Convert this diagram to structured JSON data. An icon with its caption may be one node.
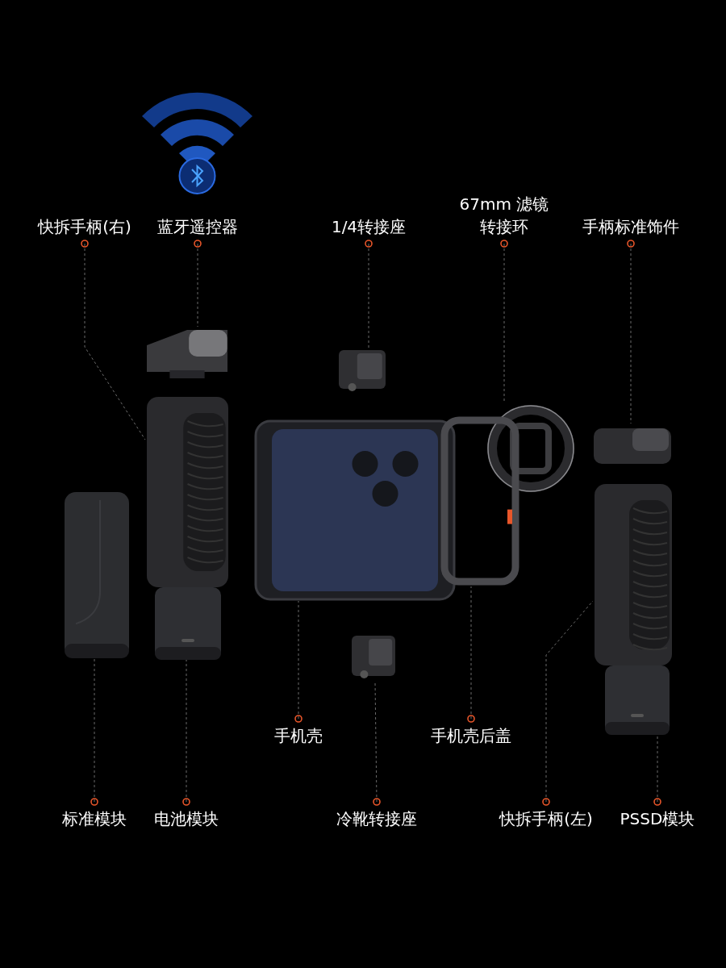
{
  "diagram": {
    "nodes": [
      {
        "text": [
          "快拆手柄(右)"
        ]
      },
      {
        "text": [
          "蓝牙遥控器"
        ]
      },
      {
        "text": [
          "1/4转接座"
        ]
      },
      {
        "text": [
          "67mm 滤镜转接环"
        ]
      },
      {
        "text": [
          "手柄标准饰件"
        ]
      },
      {
        "text": [
          "标准模块"
        ]
      },
      {
        "text": [
          "电池模块"
        ]
      },
      {
        "text": [
          "手机壳"
        ]
      },
      {
        "text": [
          "冷靴转接座"
        ]
      },
      {
        "text": [
          "手机壳后盖"
        ]
      },
      {
        "text": [
          "快拆手柄(左)"
        ]
      },
      {
        "text": [
          "PSSD模块"
        ]
      },
      {
        "text": [],
        "shape": "picture"
      },
      {
        "text": [],
        "shape": "picture"
      },
      {
        "text": [],
        "shape": "picture"
      },
      {
        "text": [],
        "shape": "picture"
      },
      {
        "text": [],
        "shape": "picture"
      },
      {
        "text": [],
        "shape": "picture"
      },
      {
        "text": [],
        "shape": "picture"
      },
      {
        "text": [],
        "shape": "picture"
      },
      {
        "text": [],
        "shape": "picture"
      },
      {
        "text": [],
        "shape": "picture"
      },
      {
        "text": [],
        "shape": "picture"
      },
      {
        "text": [],
        "shape": "picture"
      }
    ],
    "edges": [
      {
        "from": 0,
        "to": 12,
        "arrow": "other",
        "style": "dashed"
      },
      {
        "from": 1,
        "to": 13,
        "arrow": "other",
        "style": "dashed"
      },
      {
        "from": 2,
        "to": 14,
        "arrow": "other",
        "style": "dashed"
      },
      {
        "from": 3,
        "to": 15,
        "arrow": "other",
        "style": "dashed"
      },
      {
        "from": 4,
        "to": 16,
        "arrow": "other",
        "style": "dashed"
      },
      {
        "from": 5,
        "to": 17,
        "arrow": "other",
        "style": "dashed"
      },
      {
        "from": 6,
        "to": 18,
        "arrow": "other",
        "style": "dashed"
      },
      {
        "from": 7,
        "to": 19,
        "arrow": "other",
        "style": "dashed"
      },
      {
        "from": 8,
        "to": 20,
        "arrow": "other",
        "style": "dashed"
      },
      {
        "from": 9,
        "to": 21,
        "arrow": "other",
        "style": "dashed"
      },
      {
        "from": 10,
        "to": 22,
        "arrow": "other",
        "style": "dashed"
      },
      {
        "from": 11,
        "to": 23,
        "arrow": "other",
        "style": "dashed"
      }
    ]
  }
}
